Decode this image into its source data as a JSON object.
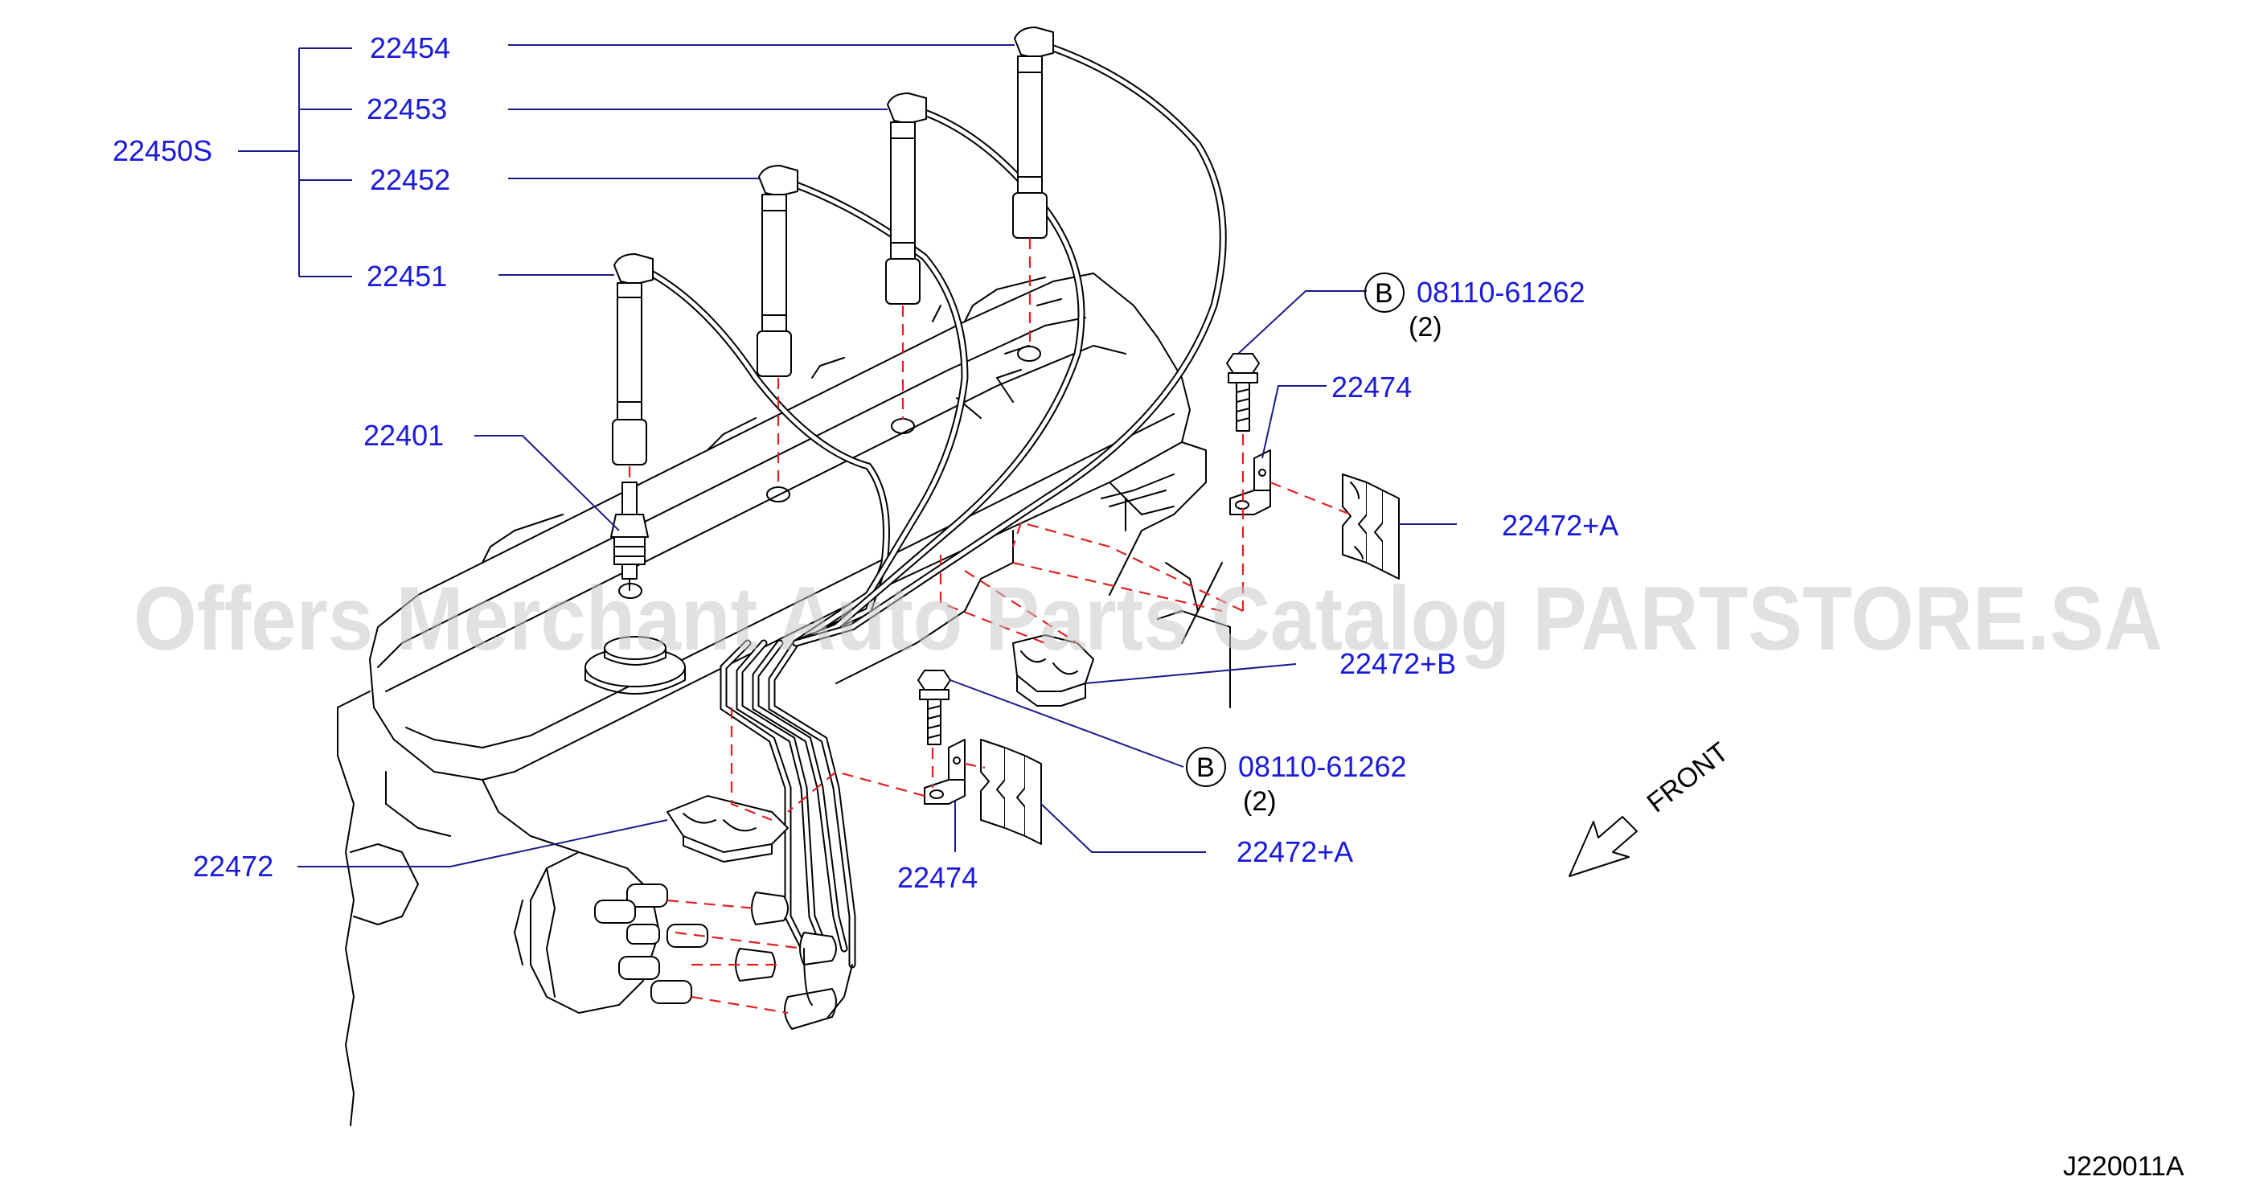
{
  "watermark": "Offers Merchant Auto Parts Catalog PARTSTORE.SA",
  "diagram_id": "J220011A",
  "front_label": "FRONT",
  "colors": {
    "label": "#1a1adb",
    "leader": "#1a1a8a",
    "dashed_guide": "#e02020",
    "outline": "#000000"
  },
  "callouts": {
    "set": "22450S",
    "cable_4": "22454",
    "cable_3": "22453",
    "cable_2": "22452",
    "cable_1": "22451",
    "spark_plug": "22401",
    "bolt_upper": {
      "circle": "B",
      "part": "08110-61262",
      "qty": "(2)"
    },
    "bracket_upper": "22474",
    "clamp_upper": "22472+A",
    "clamp_mid": "22472+B",
    "bolt_lower": {
      "circle": "B",
      "part": "08110-61262",
      "qty": "(2)"
    },
    "clamp_lower": "22472+A",
    "bracket_lower": "22474",
    "clamp_left": "22472"
  }
}
